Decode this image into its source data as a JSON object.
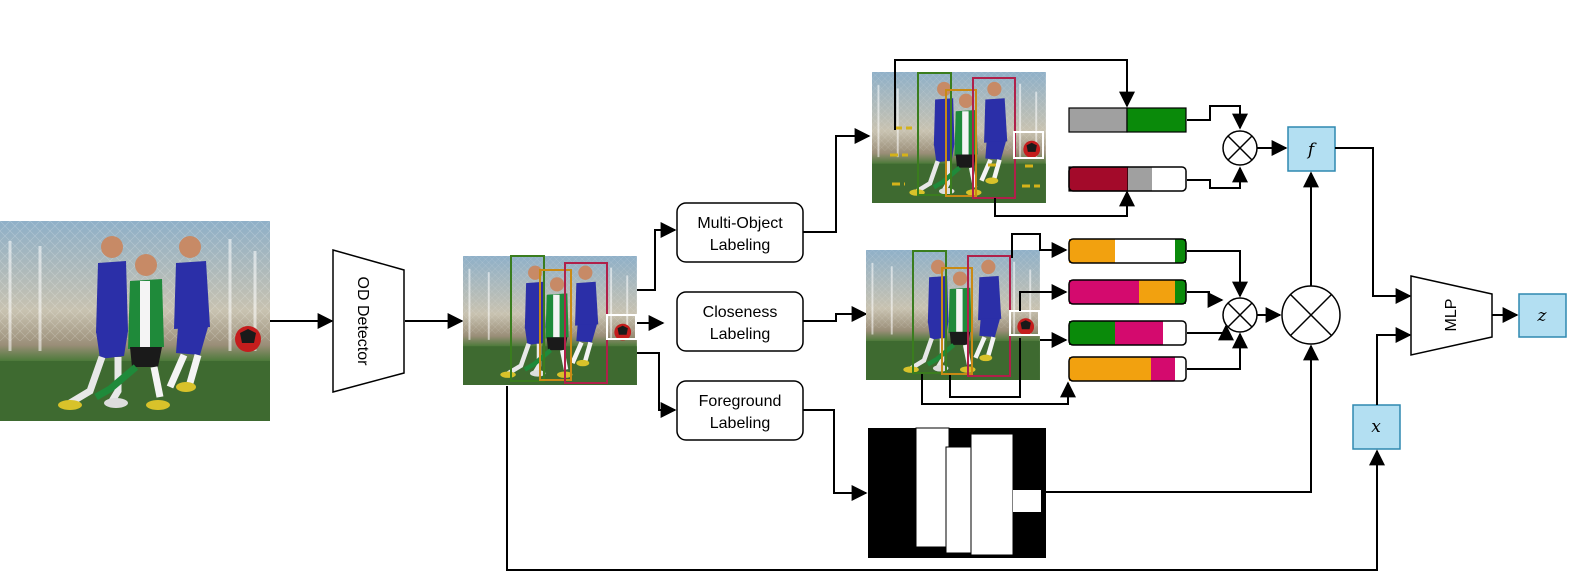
{
  "nodes": {
    "od_detector": "OD Detector",
    "multi_object": [
      "Multi-Object",
      "Labeling"
    ],
    "closeness": [
      "Closeness",
      "Labeling"
    ],
    "foreground": [
      "Foreground",
      "Labeling"
    ],
    "mlp": "MLP",
    "f": "f",
    "x": "x",
    "z": "z"
  },
  "colors": {
    "green_box": "#3a7d1e",
    "orange_box": "#c98a14",
    "crimson_box": "#b0204a",
    "feature_gray": "#a0a0a0",
    "feature_green": "#0a8a0a",
    "feature_red": "#a30a2a",
    "feature_orange": "#f2a10f",
    "feature_magenta": "#d40a6e",
    "blue_node": "#b3dff2",
    "blue_stroke": "#2f89b0"
  },
  "feature_bars": {
    "multi_object": [
      [
        [
          "#a0a0a0",
          0.5
        ],
        [
          "#0a8a0a",
          0.5
        ]
      ],
      [
        [
          "#a30a2a",
          0.5
        ],
        [
          "#a0a0a0",
          0.2
        ],
        [
          "#ffffff",
          0.3
        ]
      ]
    ],
    "closeness": [
      [
        [
          "#f2a10f",
          0.4
        ],
        [
          "#ffffff",
          0.5
        ],
        [
          "#0a8a0a",
          0.1
        ]
      ],
      [
        [
          "#d40a6e",
          0.6
        ],
        [
          "#f2a10f",
          0.3
        ],
        [
          "#0a8a0a",
          0.1
        ]
      ],
      [
        [
          "#0a8a0a",
          0.4
        ],
        [
          "#d40a6e",
          0.4
        ],
        [
          "#ffffff",
          0.2
        ]
      ],
      [
        [
          "#f2a10f",
          0.7
        ],
        [
          "#d40a6e",
          0.2
        ],
        [
          "#ffffff",
          0.1
        ]
      ]
    ]
  }
}
